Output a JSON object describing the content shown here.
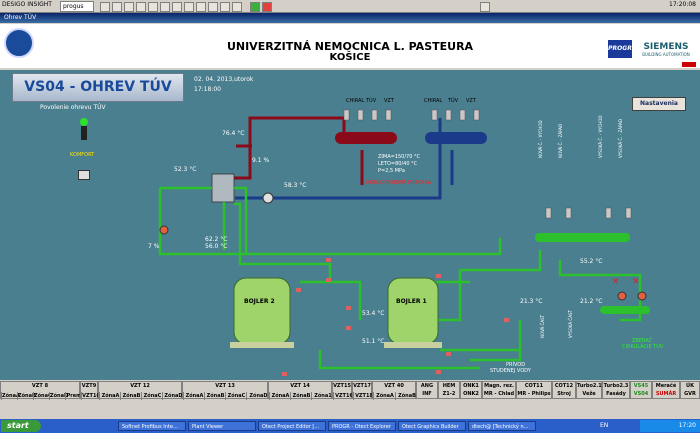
{
  "topbar": {
    "app_name": "DESIGO INSIGHT",
    "field_value": "progus",
    "clock": "17:20:08"
  },
  "window": {
    "title": "Ohrev TÚV"
  },
  "header": {
    "hospital_line1": "UNIVERZITNÁ NEMOCNICA L. PASTEURA",
    "hospital_line2": "KOŠICE",
    "progr_logo": "PROGR",
    "siemens_logo": "SIEMENS",
    "siemens_sub": "BUILDING AUTOMATION"
  },
  "main": {
    "title": "VS04 - OHREV TÚV",
    "date": "02. 04. 2013,utorok",
    "time": "17:18:00",
    "permit_label": "Povolenie ohrevu TÚV",
    "control_label": "KOMFORT",
    "settings_button": "Nastavenia",
    "temp_762": "76.4 °C",
    "valve_pct": "9.1 %",
    "temp_523": "52.3 °C",
    "temp_583": "58.3 °C",
    "temp_622": "62.2 °C",
    "temp_560": "56.0 °C",
    "pump_pct": "7 %",
    "header_labels_left": [
      "CHIRAL",
      "TÚV",
      "VZT"
    ],
    "header_labels_right": [
      "CHIRAL",
      "TÚV",
      "VZT"
    ],
    "primary_info": [
      "ZIMA=150/70 °C",
      "LETO=80/40 °C",
      "P=2,5 MPa"
    ],
    "primary_label": "HORÚCOVODNÁ PRÍPOJKA",
    "boiler1": "BOJLER 1",
    "boiler2": "BOJLER 2",
    "temp_534": "53.4 °C",
    "temp_511": "51.1 °C",
    "temp_552": "55.2 °C",
    "temp_213a": "21.3 °C",
    "temp_213b": "21.2 °C",
    "water_inlet": [
      "PRÍVOD",
      "STUDENEJ VODY"
    ],
    "return_label": [
      "ZBERAČ",
      "CIRKULÁCIE TÚV"
    ],
    "branch_vertical": [
      "NOVÁ Č. - VYCHOD",
      "NOVÁ Č. - ZÁPAD",
      "VYSOKÁ Č. - VYCHOD",
      "VYSOKÁ Č. - ZÁPAD"
    ],
    "branch_bottom": [
      "NOVÁ ČASŤ",
      "VYSOKÁ ČASŤ"
    ]
  },
  "nav": {
    "groups": [
      {
        "title": "VZT 8",
        "items": [
          "ZónaA",
          "ZónaB",
          "ZónaC",
          "ZónaD",
          "Prem"
        ]
      },
      {
        "title": "VZT9",
        "items": [
          "VZT10"
        ]
      },
      {
        "title": "VZT 12",
        "items": [
          "ZónaA",
          "ZónaB",
          "ZónaC",
          "ZónaD"
        ]
      },
      {
        "title": "VZT 13",
        "items": [
          "ZónaA",
          "ZónaB",
          "ZónaC",
          "ZónaD"
        ]
      },
      {
        "title": "VZT 14",
        "items": [
          "ZónaA",
          "ZónaB",
          "Zóna1"
        ]
      },
      {
        "title": "VZT15",
        "items": [
          "VZT16"
        ]
      },
      {
        "title": "VZT17",
        "items": [
          "VZT18"
        ]
      },
      {
        "title": "VZT 40",
        "items": [
          "ZónaA",
          "ZónaB"
        ]
      }
    ],
    "singles": [
      {
        "top": "ANG",
        "bottom": "INF"
      },
      {
        "top": "HEM",
        "bottom": "Z1-2"
      },
      {
        "top": "ONK1",
        "bottom": "ONK2"
      },
      {
        "top": "Magn. rez.",
        "bottom": "MR - Chlad"
      },
      {
        "top": "COT11",
        "bottom": "MR - Philips"
      },
      {
        "top": "COT12",
        "bottom": "Stroj"
      },
      {
        "top": "Turbo2.1",
        "bottom": "Veže"
      },
      {
        "top": "Turbo2.3",
        "bottom": "Fasády"
      },
      {
        "top": "VS45",
        "bottom": "VS04"
      },
      {
        "top": "Meračé",
        "bottom": "SUMÁR"
      },
      {
        "top": "ÚK",
        "bottom": "GVR"
      }
    ]
  },
  "taskbar": {
    "start": "start",
    "tasks": [
      "Softnet Profibus Inte...",
      "Plant Viewer",
      "Otect Project Editor [...",
      "PROGR - Otect Explorer",
      "Otect Graphics Builder",
      "dtech@ [Technický n..."
    ],
    "lang": "EN",
    "time": "17:20"
  },
  "colors": {
    "canvas": "#4a7f8f",
    "hot_pipe": "#8b0a1a",
    "cold_pipe": "#1a3a8a",
    "green_pipe": "#2cc02c",
    "boiler": "#9ed46a"
  }
}
